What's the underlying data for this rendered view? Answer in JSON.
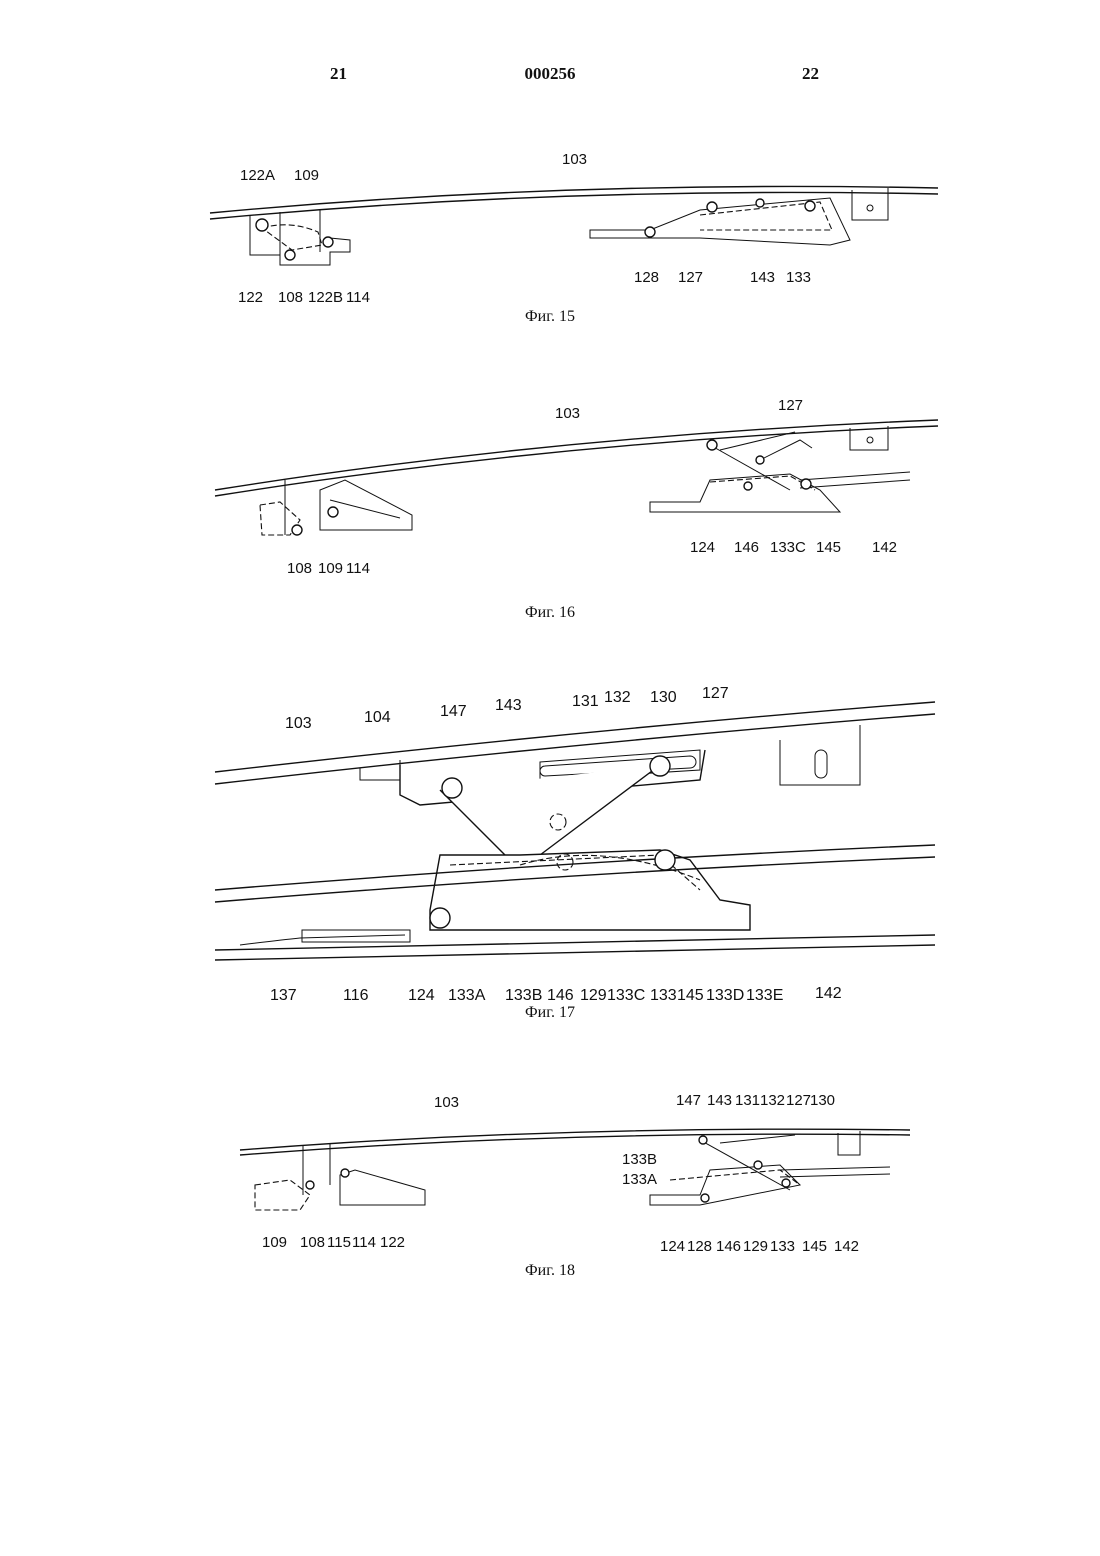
{
  "header": {
    "left": "21",
    "center": "000256",
    "right": "22"
  },
  "figures": [
    {
      "caption": "Фиг. 15",
      "labels": [
        "103",
        "122A",
        "109",
        "122",
        "108",
        "122B",
        "114",
        "128",
        "127",
        "143",
        "133"
      ]
    },
    {
      "caption": "Фиг. 16",
      "labels": [
        "103",
        "127",
        "108",
        "109",
        "114",
        "124",
        "146",
        "133C",
        "145",
        "142"
      ]
    },
    {
      "caption": "Фиг. 17",
      "labels": [
        "103",
        "104",
        "147",
        "143",
        "131",
        "132",
        "130",
        "127",
        "137",
        "116",
        "124",
        "133A",
        "133B",
        "146",
        "129",
        "133C",
        "133",
        "145",
        "133D",
        "133E",
        "142"
      ]
    },
    {
      "caption": "Фиг. 18",
      "labels": [
        "103",
        "147",
        "143",
        "131",
        "132",
        "127",
        "130",
        "133B",
        "133A",
        "109",
        "108",
        "115",
        "114",
        "122",
        "124",
        "128",
        "146",
        "129",
        "133",
        "145",
        "142"
      ]
    }
  ]
}
